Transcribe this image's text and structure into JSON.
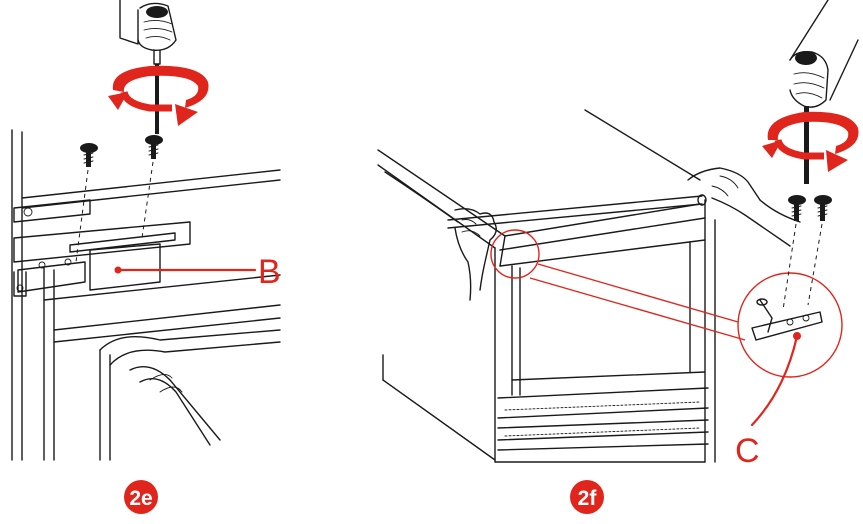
{
  "labels": {
    "b": "B",
    "c": "C"
  },
  "steps": {
    "left": "2e",
    "right": "2f"
  },
  "colors": {
    "accent": "#e0261c",
    "line": "#1a1a1a"
  },
  "icons": [
    "rotate-arrow-icon",
    "screw-icon",
    "screwdriver-icon",
    "hand-icon"
  ]
}
